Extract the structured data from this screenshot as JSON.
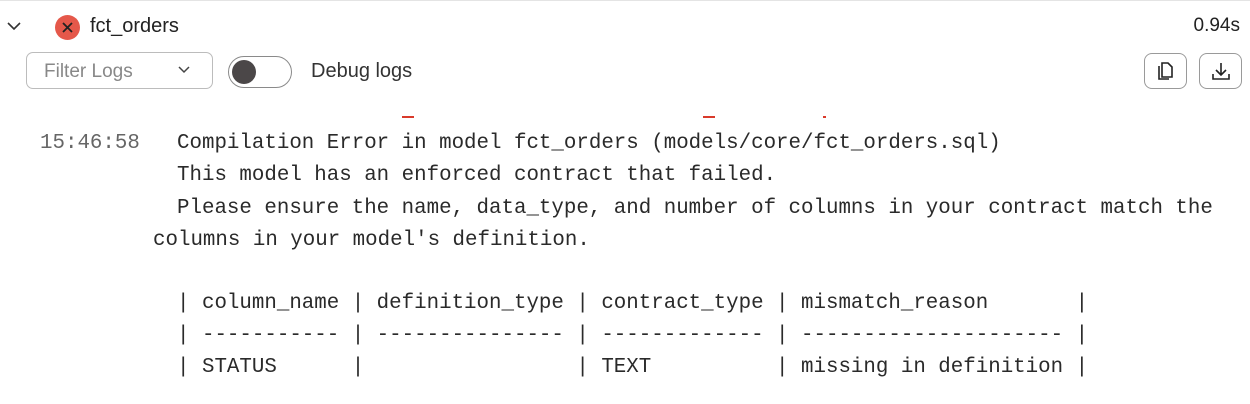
{
  "header": {
    "model_name": "fct_orders",
    "status_icon": "error-x-icon",
    "status_color": "#e5584a",
    "duration": "0.94s"
  },
  "toolbar": {
    "filter_placeholder": "Filter Logs",
    "debug_label": "Debug logs",
    "debug_enabled": false,
    "copy_icon": "copy-icon",
    "download_icon": "download-icon"
  },
  "log": {
    "timestamp": "15:46:58",
    "lines": [
      "Compilation Error in model fct_orders (models/core/fct_orders.sql)",
      "This model has an enforced contract that failed.",
      "Please ensure the name, data_type, and number of columns in your contract match the",
      "columns in your model's definition.",
      "| column_name | definition_type | contract_type | mismatch_reason       |",
      "| ----------- | --------------- | ------------- | --------------------- |",
      "| STATUS      |                 | TEXT          | missing in definition |"
    ]
  }
}
